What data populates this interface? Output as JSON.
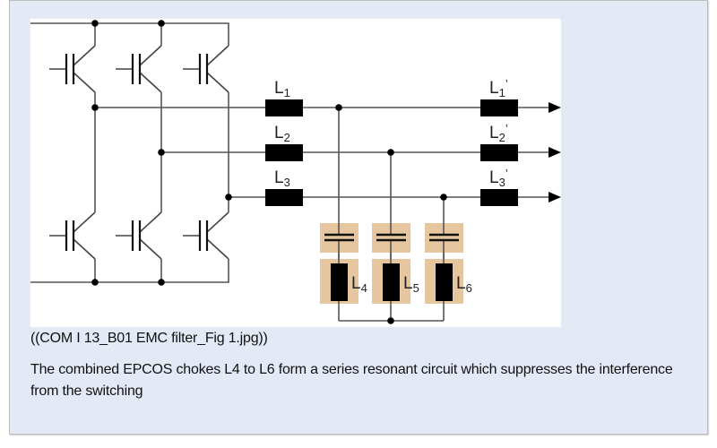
{
  "figure": {
    "title": "EMC filter circuit with EPCOS chokes",
    "inductor_labels": {
      "series_in": [
        {
          "letter": "L",
          "sub": "1",
          "prime": ""
        },
        {
          "letter": "L",
          "sub": "2",
          "prime": ""
        },
        {
          "letter": "L",
          "sub": "3",
          "prime": ""
        }
      ],
      "series_out": [
        {
          "letter": "L",
          "sub": "1",
          "prime": "’"
        },
        {
          "letter": "L",
          "sub": "2",
          "prime": "’"
        },
        {
          "letter": "L",
          "sub": "3",
          "prime": "’"
        }
      ],
      "shunt": [
        {
          "letter": "L",
          "sub": "4"
        },
        {
          "letter": "L",
          "sub": "5"
        },
        {
          "letter": "L",
          "sub": "6"
        }
      ]
    },
    "components": {
      "igbt_count": 6,
      "phases": 3
    },
    "colors": {
      "wire": "#555555",
      "component": "#000000",
      "highlight": "#e5c69e",
      "panel": "#e3e9f5"
    }
  },
  "caption": "((COM I 13_B01 EMC filter_Fig 1.jpg))",
  "description": "The combined EPCOS chokes L4 to L6 form a series resonant circuit which suppresses the interference from the switching"
}
